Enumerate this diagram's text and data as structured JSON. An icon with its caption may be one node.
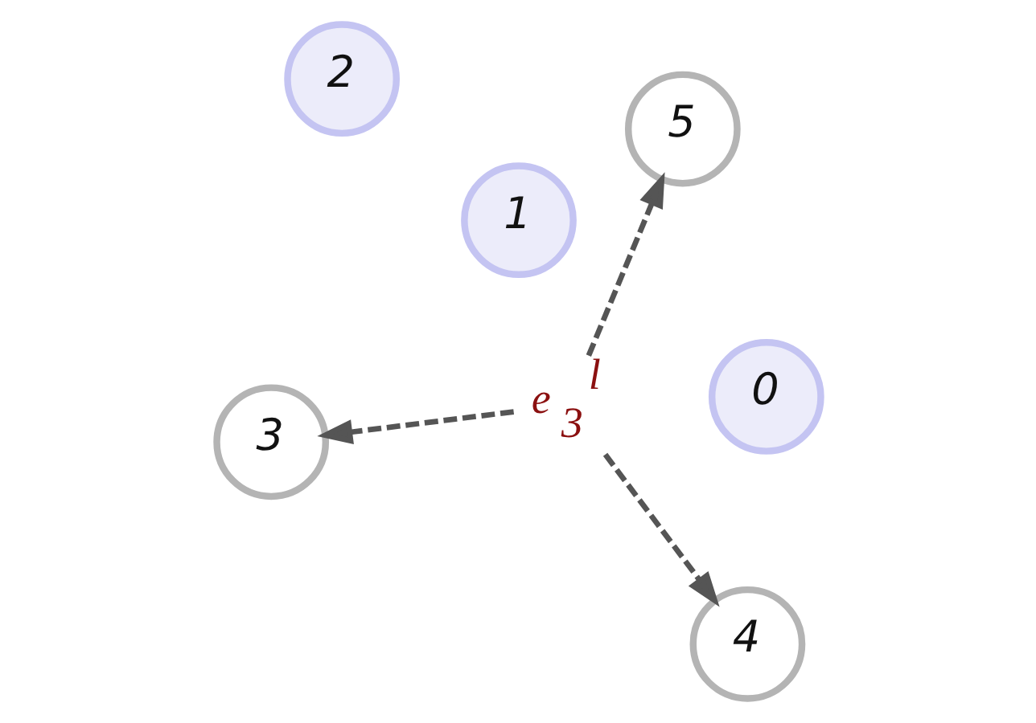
{
  "diagram": {
    "nodes": [
      {
        "text": [
          "1"
        ]
      },
      {
        "text": [
          "3"
        ]
      },
      {
        "text": [
          "0"
        ]
      },
      {
        "text": [
          "e$_{3}$$^{l}$"
        ]
      },
      {
        "text": [
          "4"
        ]
      },
      {
        "text": [
          "2"
        ]
      },
      {
        "text": [
          "5"
        ]
      }
    ],
    "edges": [
      {
        "from": 3,
        "to": 1,
        "arrow": "to",
        "style": "dashed"
      },
      {
        "from": 3,
        "to": 4,
        "arrow": "to",
        "style": "dashed"
      },
      {
        "from": 3,
        "to": 6,
        "arrow": "to",
        "style": "dashed"
      }
    ]
  }
}
